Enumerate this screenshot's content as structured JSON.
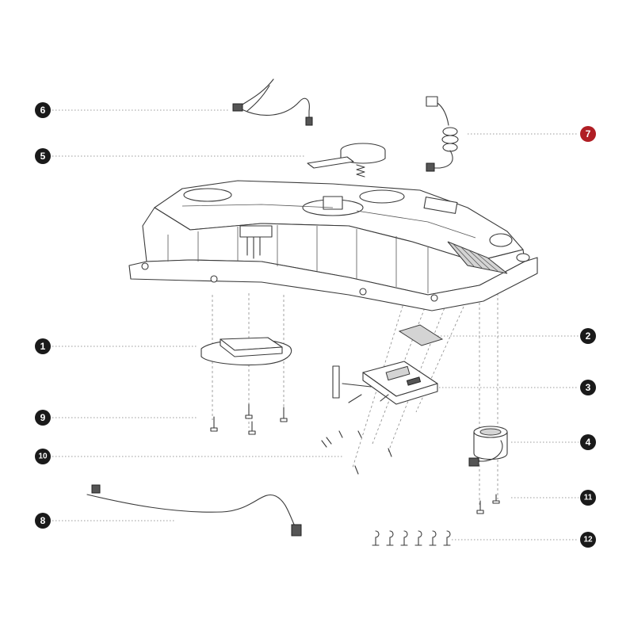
{
  "diagram": {
    "callouts": [
      {
        "number": "1"
      },
      {
        "number": "2"
      },
      {
        "number": "3"
      },
      {
        "number": "4"
      },
      {
        "number": "5"
      },
      {
        "number": "6"
      },
      {
        "number": "7",
        "highlighted": true
      },
      {
        "number": "8"
      },
      {
        "number": "9"
      },
      {
        "number": "10"
      },
      {
        "number": "11"
      },
      {
        "number": "12"
      }
    ],
    "colors": {
      "badge": "#1a1a1a",
      "badge_highlight": "#b01e24",
      "leader": "#9a9a9a",
      "outline": "#3a3a3a"
    }
  }
}
